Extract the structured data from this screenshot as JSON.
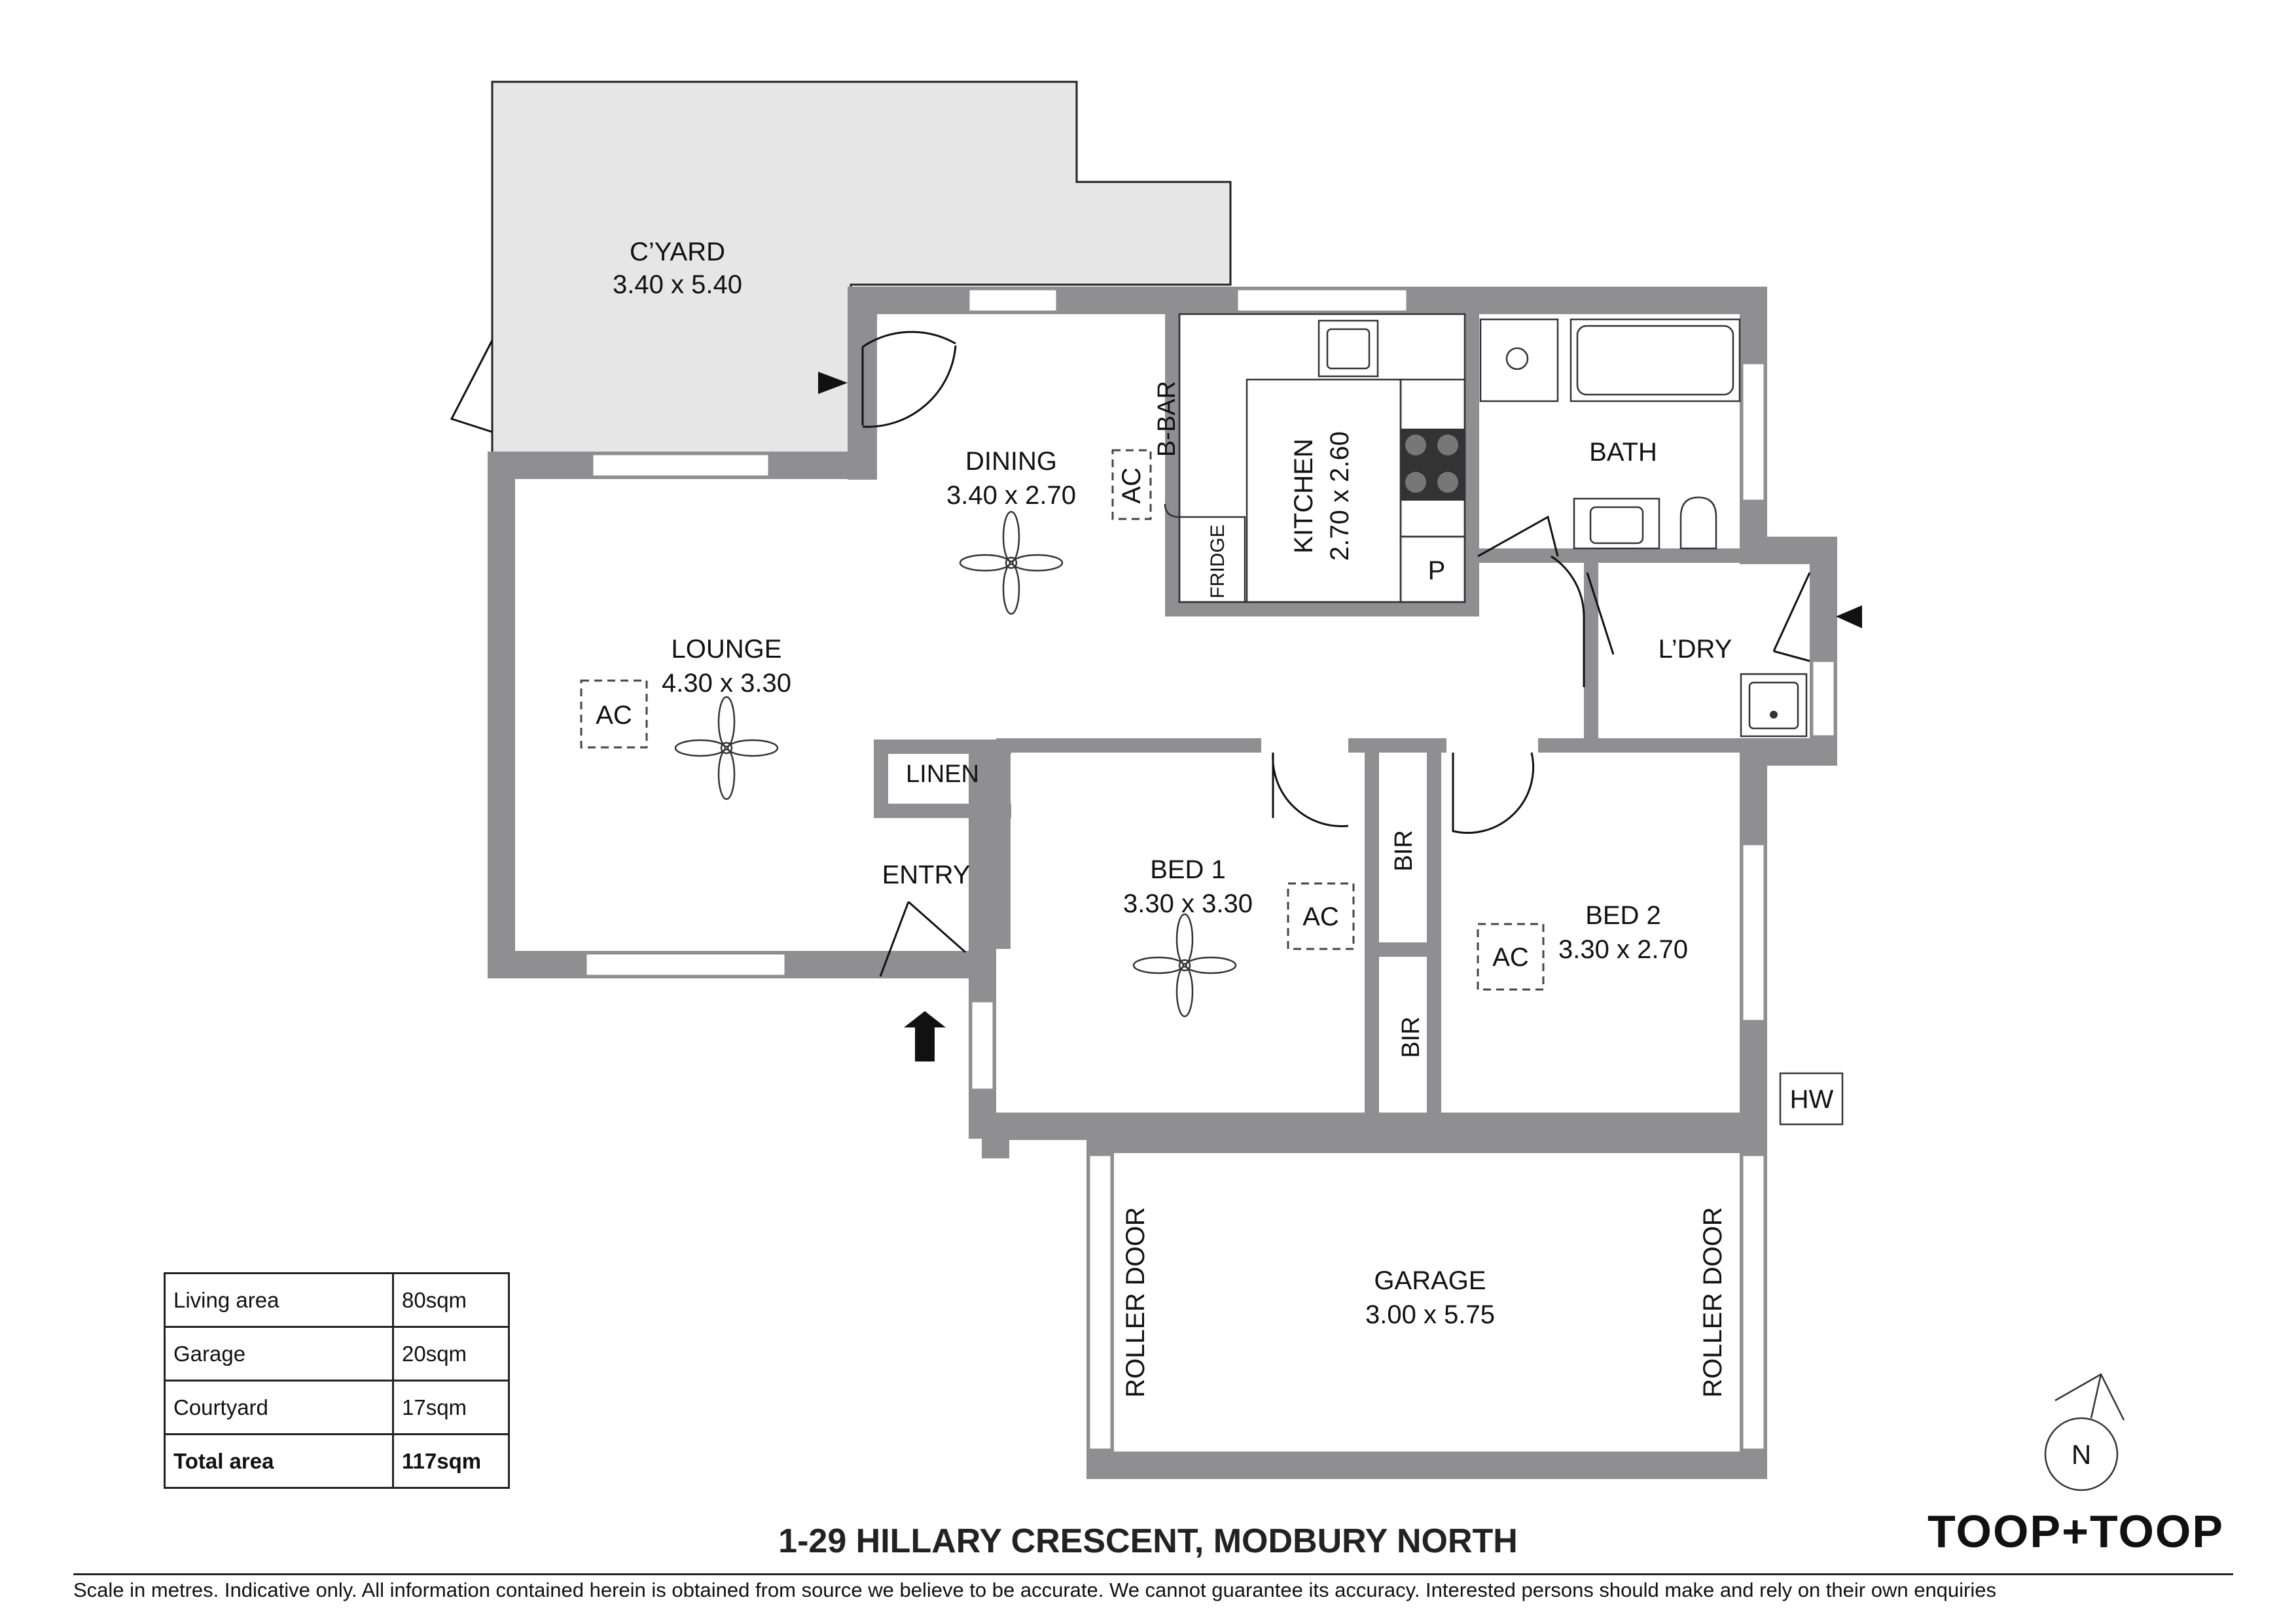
{
  "rooms": {
    "courtyard": {
      "name": "C’YARD",
      "size": "3.40 x 5.40"
    },
    "dining": {
      "name": "DINING",
      "size": "3.40 x 2.70"
    },
    "kitchen": {
      "name": "KITCHEN",
      "size": "2.70 x 2.60"
    },
    "bath": {
      "name": "BATH"
    },
    "lounge": {
      "name": "LOUNGE",
      "size": "4.30 x 3.30"
    },
    "laundry": {
      "name": "L’DRY"
    },
    "entry": {
      "name": "ENTRY"
    },
    "linen": {
      "name": "LINEN"
    },
    "bed1": {
      "name": "BED 1",
      "size": "3.30 x 3.30"
    },
    "bed2": {
      "name": "BED 2",
      "size": "3.30 x 2.70"
    },
    "garage": {
      "name": "GARAGE",
      "size": "3.00 x 5.75"
    }
  },
  "fixtures": {
    "ac": "AC",
    "breakfast_bar": "B-BAR",
    "fridge": "FRIDGE",
    "pantry": "P",
    "built_in_robe": "BIR",
    "hot_water": "HW",
    "roller_door": "ROLLER DOOR",
    "north": "N"
  },
  "area_table": [
    {
      "label": "Living area",
      "value": "80sqm"
    },
    {
      "label": "Garage",
      "value": "20sqm"
    },
    {
      "label": "Courtyard",
      "value": "17sqm"
    },
    {
      "label": "Total area",
      "value": "117sqm"
    }
  ],
  "address": "1-29 HILLARY CRESCENT, MODBURY NORTH",
  "brand": "TOOP+TOOP",
  "disclaimer": "Scale in metres. Indicative only. All information contained herein is obtained from source we believe to be accurate. We cannot guarantee its accuracy. Interested persons should make and rely on their own enquiries",
  "colors": {
    "wall": "#8f8f92",
    "courtyard": "#e6e6e6",
    "text": "#111111"
  }
}
